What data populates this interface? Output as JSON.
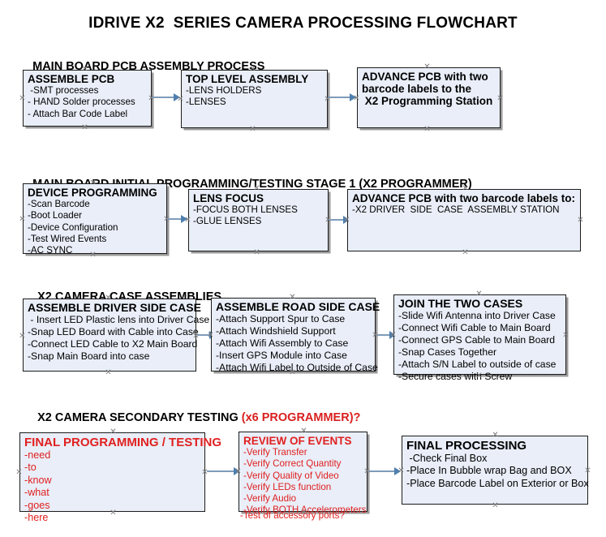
{
  "title": "IDRIVE X2  SERIES CAMERA PROCESSING FLOWCHART",
  "sections": [
    {
      "heading": "MAIN BOARD PCB ASSEMBLY PROCESS",
      "heading_accent": "",
      "boxes": [
        {
          "header": "ASSEMBLE PCB",
          "lines": [
            " -SMT processes",
            "- HAND Solder processes",
            "- Attach Bar Code Label"
          ]
        },
        {
          "header": "TOP LEVEL ASSEMBLY",
          "lines": [
            "-LENS HOLDERS",
            "-LENSES"
          ]
        },
        {
          "header": "ADVANCE PCB with two",
          "lines": [
            "barcode labels to the",
            " X2 Programming Station"
          ]
        }
      ]
    },
    {
      "heading": "MAIN BOARD INITIAL PROGRAMMING/TESTING STAGE 1 (X2 PROGRAMMER)",
      "heading_accent": "",
      "boxes": [
        {
          "header": "DEVICE PROGRAMMING",
          "lines": [
            "-Scan Barcode",
            "-Boot Loader",
            "-Device Configuration",
            "-Test Wired Events",
            "-AC SYNC"
          ]
        },
        {
          "header": "LENS FOCUS",
          "lines": [
            "-FOCUS BOTH LENSES",
            "-GLUE LENSES"
          ]
        },
        {
          "header": "ADVANCE PCB with two barcode labels to:",
          "lines": [
            "-X2 DRIVER  SIDE  CASE  ASSEMBLY STATION"
          ]
        }
      ]
    },
    {
      "heading": "X2 CAMERA CASE ASSEMBLIES",
      "heading_accent": "",
      "boxes": [
        {
          "header": "ASSEMBLE DRIVER SIDE CASE",
          "lines": [
            " - Insert LED Plastic lens into Driver Case",
            "-Snap LED Board with Cable into Case",
            "-Connect LED Cable to X2 Main Board",
            "-Snap Main Board into case"
          ]
        },
        {
          "header": "ASSEMBLE ROAD SIDE CASE",
          "lines": [
            "-Attach Support Spur to Case",
            "-Attach Windshield Support",
            "-Attach Wifi Assembly to Case",
            "-Insert GPS Module into Case",
            "-Attach Wifi Label to Outside of Case"
          ]
        },
        {
          "header": "JOIN THE TWO CASES",
          "lines": [
            "-Slide Wifi Antenna into Driver Case",
            "-Connect Wifi Cable to Main Board",
            "-Connect GPS Cable to Main Board",
            "-Snap Cases Together",
            "-Attach S/N Label to outside of case",
            "-Secure cases with Screw"
          ]
        }
      ]
    },
    {
      "heading": "X2 CAMERA SECONDARY TESTING ",
      "heading_accent": "(x6 PROGRAMMER)?",
      "boxes": [
        {
          "header": "FINAL PROGRAMMING / TESTING",
          "lines": [
            "-need",
            "-to",
            "-know",
            "-what",
            "-goes",
            "-here"
          ]
        },
        {
          "header": "REVIEW OF EVENTS",
          "lines": [
            "-Verify Transfer",
            "-Verify Correct Quantity",
            "-Verify Quality of Video",
            "-Verify LEDs function",
            "-Verify Audio",
            "-Verify BOTH Accelerometers"
          ],
          "overflow": "-Test of accessory ports?"
        },
        {
          "header": "FINAL PROCESSING",
          "lines": [
            " -Check Final Box",
            "-Place In Bubble wrap Bag and BOX",
            "-Place Barcode Label on Exterior or Box"
          ]
        }
      ]
    }
  ],
  "colors": {
    "box_fill": "#e9eef8",
    "box_border": "#1b1b1b",
    "arrow": "#7e9cbb",
    "accent_red": "#e02020",
    "text": "#000000"
  }
}
